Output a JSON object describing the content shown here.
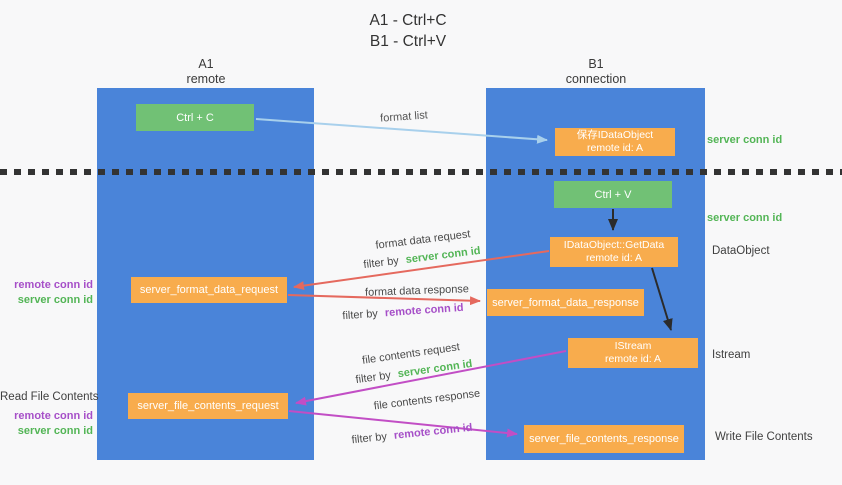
{
  "title": {
    "line1": "A1 - Ctrl+C",
    "line2": "B1 - Ctrl+V"
  },
  "lanes": {
    "left": {
      "title": "A1",
      "subtitle": "remote"
    },
    "right": {
      "title": "B1",
      "subtitle": "connection"
    }
  },
  "nodes": {
    "ctrl_c": {
      "label": "Ctrl + C"
    },
    "save_idataobject": {
      "line1": "保存IDataObject",
      "line2": "remote id: A"
    },
    "ctrl_v": {
      "label": "Ctrl + V"
    },
    "getdata": {
      "line1": "IDataObject::GetData",
      "line2": "remote id: A"
    },
    "format_request": {
      "label": "server_format_data_request"
    },
    "format_response": {
      "label": "server_format_data_response"
    },
    "istream": {
      "line1": "IStream",
      "line2": "remote id: A"
    },
    "file_request": {
      "label": "server_file_contents_request"
    },
    "file_response": {
      "label": "server_file_contents_response"
    }
  },
  "edge_labels": {
    "format_list": "format list",
    "format_data_request": "format data request",
    "format_data_response": "format data response",
    "file_contents_request": "file contents request",
    "file_contents_response": "file contents response",
    "filter_by": "filter by",
    "server_conn_id": "server conn id",
    "remote_conn_id": "remote conn id"
  },
  "side_labels": {
    "server_conn_id_top": "server conn id",
    "server_conn_id_mid": "server conn id",
    "dataobject": "DataObject",
    "istream": "Istream",
    "write_file_contents": "Write File Contents",
    "read_file_contents": "Read File Contents",
    "remote_conn_id_1": "remote conn id",
    "server_conn_id_1": "server conn id",
    "remote_conn_id_2": "remote conn id",
    "server_conn_id_2": "server conn id"
  },
  "colors": {
    "lane_blue": "#4a84d9",
    "node_green": "#71c175",
    "node_orange": "#f8ac4d",
    "arrow_light_blue": "#a8d0ec",
    "arrow_red": "#e5695e",
    "arrow_magenta": "#c24ec5",
    "arrow_black": "#2b2b2b",
    "text_green": "#53b556",
    "text_purple": "#a64fc8",
    "background": "#f8f8f9"
  }
}
